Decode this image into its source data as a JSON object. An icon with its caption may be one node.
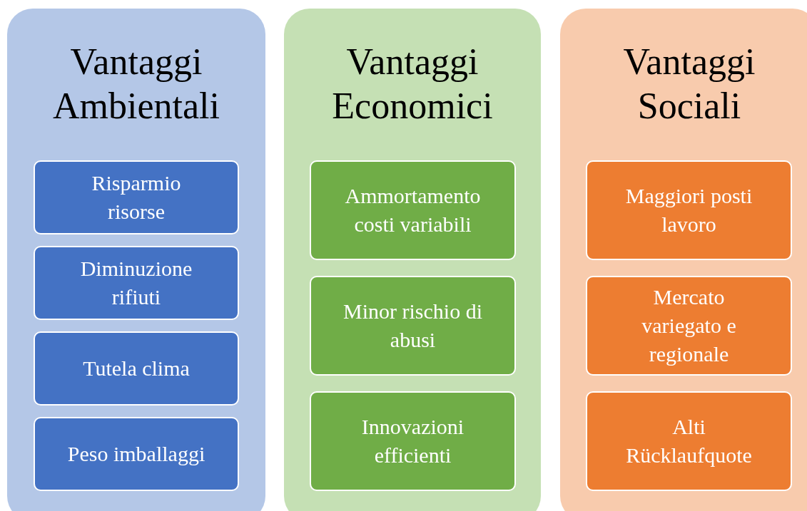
{
  "diagram": {
    "nodes": [
      {
        "text": [
          "Vantaggi Ambientali"
        ]
      },
      {
        "text": [
          "Risparmio risorse"
        ],
        "in": 0
      },
      {
        "text": [
          "Diminuzione rifiuti"
        ],
        "in": 0
      },
      {
        "text": [
          "Tutela clima"
        ],
        "in": 0
      },
      {
        "text": [
          "Peso imballaggi"
        ],
        "in": 0
      },
      {
        "text": [
          "Vantaggi Economici"
        ]
      },
      {
        "text": [
          "Ammortamento costi variabili"
        ],
        "in": 5
      },
      {
        "text": [
          "Minor rischio di abusi"
        ],
        "in": 5
      },
      {
        "text": [
          "Innovazioni efficienti"
        ],
        "in": 5
      },
      {
        "text": [
          "Vantaggi Sociali"
        ]
      },
      {
        "text": [
          "Maggiori posti lavoro"
        ],
        "in": 9
      },
      {
        "text": [
          "Mercato variegato e regionale"
        ],
        "in": 9
      },
      {
        "text": [
          "Alti Rücklaufquote"
        ],
        "in": 9
      }
    ]
  }
}
